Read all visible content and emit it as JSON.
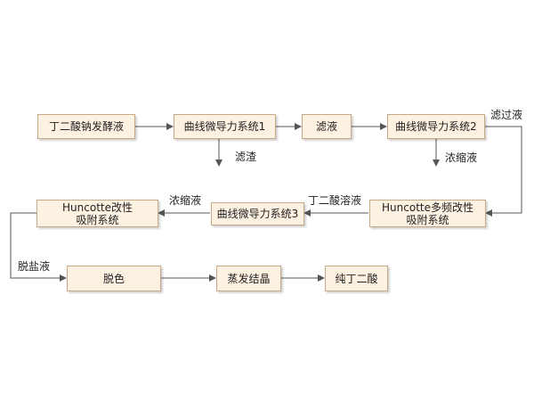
{
  "nodes": {
    "fermentation_broth": "丁二酸钠发酵液",
    "curved_system_1": "曲线微导力系统1",
    "filtrate": "滤液",
    "curved_system_2": "曲线微导力系统2",
    "huncotte_multifreq": [
      "Huncotte多频改性",
      "吸附系统"
    ],
    "curved_system_3": "曲线微导力系统3",
    "huncotte_adsorb": [
      "Huncotte改性",
      "吸附系统"
    ],
    "decolor": "脱色",
    "evaporation": "蒸发结晶",
    "pure_acid": "纯丁二酸"
  },
  "edge_labels": {
    "filter_residue": "滤渣",
    "filtrate_out": "滤过液",
    "concentrate_2": "浓缩液",
    "succinic_solution": "丁二酸溶液",
    "concentrate_3": "浓缩液",
    "desalted_liquid": "脱盐液"
  },
  "colors": {
    "box_fill": "#fdf1e1",
    "box_border": "#c8a987",
    "arrow": "#555555"
  }
}
